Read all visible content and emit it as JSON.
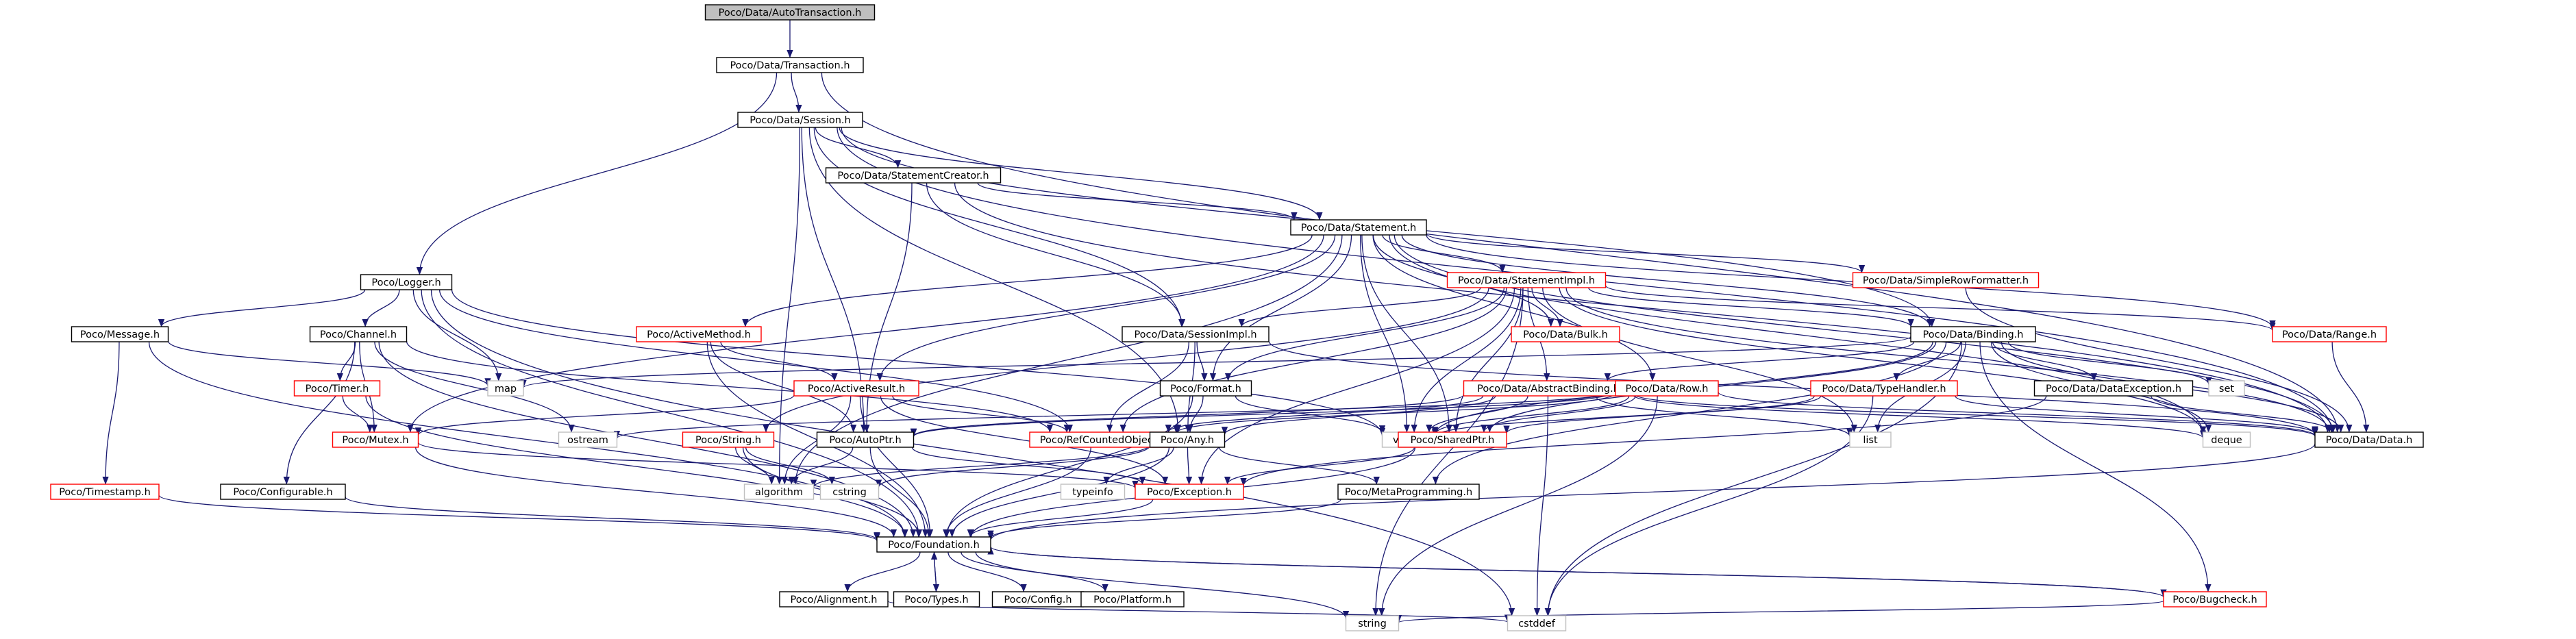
{
  "diagram": {
    "type": "include-dependency-graph",
    "colors": {
      "edge": "#191970",
      "node_border": "#000000",
      "node_border_missing_doc": "#ff0000",
      "node_border_external": "#bfbfbf",
      "root_fill": "#bfbfbf"
    },
    "nodes": [
      {
        "id": "autotransaction",
        "label": "Poco/Data/AutoTransaction.h",
        "style": "root"
      },
      {
        "id": "transaction",
        "label": "Poco/Data/Transaction.h",
        "style": "black"
      },
      {
        "id": "session",
        "label": "Poco/Data/Session.h",
        "style": "black"
      },
      {
        "id": "logger",
        "label": "Poco/Logger.h",
        "style": "black"
      },
      {
        "id": "stmtcreator",
        "label": "Poco/Data/StatementCreator.h",
        "style": "black"
      },
      {
        "id": "statement",
        "label": "Poco/Data/Statement.h",
        "style": "black"
      },
      {
        "id": "stmtimpl",
        "label": "Poco/Data/StatementImpl.h",
        "style": "red"
      },
      {
        "id": "simplerowfmt",
        "label": "Poco/Data/SimpleRowFormatter.h",
        "style": "red"
      },
      {
        "id": "message",
        "label": "Poco/Message.h",
        "style": "black"
      },
      {
        "id": "channel",
        "label": "Poco/Channel.h",
        "style": "black"
      },
      {
        "id": "activemethod",
        "label": "Poco/ActiveMethod.h",
        "style": "red"
      },
      {
        "id": "sessionimpl",
        "label": "Poco/Data/SessionImpl.h",
        "style": "black"
      },
      {
        "id": "bulk",
        "label": "Poco/Data/Bulk.h",
        "style": "red"
      },
      {
        "id": "binding",
        "label": "Poco/Data/Binding.h",
        "style": "black"
      },
      {
        "id": "range",
        "label": "Poco/Data/Range.h",
        "style": "red"
      },
      {
        "id": "map",
        "label": "map",
        "style": "gray"
      },
      {
        "id": "timer",
        "label": "Poco/Timer.h",
        "style": "red"
      },
      {
        "id": "activeresult",
        "label": "Poco/ActiveResult.h",
        "style": "red"
      },
      {
        "id": "format",
        "label": "Poco/Format.h",
        "style": "black"
      },
      {
        "id": "abstractbinding",
        "label": "Poco/Data/AbstractBinding.h",
        "style": "red"
      },
      {
        "id": "row",
        "label": "Poco/Data/Row.h",
        "style": "red"
      },
      {
        "id": "typehandler",
        "label": "Poco/Data/TypeHandler.h",
        "style": "red"
      },
      {
        "id": "dataexception",
        "label": "Poco/Data/DataException.h",
        "style": "black"
      },
      {
        "id": "set",
        "label": "set",
        "style": "gray"
      },
      {
        "id": "ostream",
        "label": "ostream",
        "style": "gray"
      },
      {
        "id": "vector",
        "label": "vector",
        "style": "gray"
      },
      {
        "id": "list",
        "label": "list",
        "style": "gray"
      },
      {
        "id": "deque",
        "label": "deque",
        "style": "gray"
      },
      {
        "id": "datadata",
        "label": "Poco/Data/Data.h",
        "style": "black"
      },
      {
        "id": "mutex",
        "label": "Poco/Mutex.h",
        "style": "red"
      },
      {
        "id": "string_h",
        "label": "Poco/String.h",
        "style": "red"
      },
      {
        "id": "autoptr",
        "label": "Poco/AutoPtr.h",
        "style": "black"
      },
      {
        "id": "refcounted",
        "label": "Poco/RefCountedObject.h",
        "style": "red"
      },
      {
        "id": "any",
        "label": "Poco/Any.h",
        "style": "black"
      },
      {
        "id": "sharedptr",
        "label": "Poco/SharedPtr.h",
        "style": "red"
      },
      {
        "id": "configurable",
        "label": "Poco/Configurable.h",
        "style": "black"
      },
      {
        "id": "timestamp",
        "label": "Poco/Timestamp.h",
        "style": "red"
      },
      {
        "id": "algorithm",
        "label": "algorithm",
        "style": "gray"
      },
      {
        "id": "cstring",
        "label": "cstring",
        "style": "gray"
      },
      {
        "id": "typeinfo",
        "label": "typeinfo",
        "style": "gray"
      },
      {
        "id": "exception",
        "label": "Poco/Exception.h",
        "style": "red"
      },
      {
        "id": "metaprog",
        "label": "Poco/MetaProgramming.h",
        "style": "black"
      },
      {
        "id": "foundation",
        "label": "Poco/Foundation.h",
        "style": "black"
      },
      {
        "id": "alignment",
        "label": "Poco/Alignment.h",
        "style": "black"
      },
      {
        "id": "types",
        "label": "Poco/Types.h",
        "style": "black"
      },
      {
        "id": "config",
        "label": "Poco/Config.h",
        "style": "black"
      },
      {
        "id": "platform",
        "label": "Poco/Platform.h",
        "style": "black"
      },
      {
        "id": "bugcheck",
        "label": "Poco/Bugcheck.h",
        "style": "red"
      },
      {
        "id": "cstddef",
        "label": "cstddef",
        "style": "gray"
      },
      {
        "id": "string",
        "label": "string",
        "style": "gray"
      }
    ],
    "edges": [
      [
        "autotransaction",
        "transaction"
      ],
      [
        "transaction",
        "session"
      ],
      [
        "transaction",
        "logger"
      ],
      [
        "transaction",
        "datadata"
      ],
      [
        "session",
        "stmtcreator"
      ],
      [
        "session",
        "statement"
      ],
      [
        "session",
        "sessionimpl"
      ],
      [
        "session",
        "binding"
      ],
      [
        "session",
        "autoptr"
      ],
      [
        "session",
        "any"
      ],
      [
        "session",
        "algorithm"
      ],
      [
        "session",
        "datadata"
      ],
      [
        "stmtcreator",
        "statement"
      ],
      [
        "stmtcreator",
        "sessionimpl"
      ],
      [
        "stmtcreator",
        "autoptr"
      ],
      [
        "stmtcreator",
        "datadata"
      ],
      [
        "statement",
        "stmtimpl"
      ],
      [
        "statement",
        "simplerowfmt"
      ],
      [
        "statement",
        "bulk"
      ],
      [
        "statement",
        "binding"
      ],
      [
        "statement",
        "range"
      ],
      [
        "statement",
        "row"
      ],
      [
        "statement",
        "activemethod"
      ],
      [
        "statement",
        "activeresult"
      ],
      [
        "statement",
        "format"
      ],
      [
        "statement",
        "sharedptr"
      ],
      [
        "statement",
        "mutex"
      ],
      [
        "statement",
        "vector"
      ],
      [
        "statement",
        "algorithm"
      ],
      [
        "statement",
        "datadata"
      ],
      [
        "statement",
        "deque"
      ],
      [
        "stmtimpl",
        "abstractbinding"
      ],
      [
        "stmtimpl",
        "binding"
      ],
      [
        "stmtimpl",
        "bulk"
      ],
      [
        "stmtimpl",
        "range"
      ],
      [
        "stmtimpl",
        "sessionimpl"
      ],
      [
        "stmtimpl",
        "format"
      ],
      [
        "stmtimpl",
        "string_h"
      ],
      [
        "stmtimpl",
        "refcounted"
      ],
      [
        "stmtimpl",
        "exception"
      ],
      [
        "stmtimpl",
        "sharedptr"
      ],
      [
        "stmtimpl",
        "vector"
      ],
      [
        "stmtimpl",
        "list"
      ],
      [
        "stmtimpl",
        "deque"
      ],
      [
        "stmtimpl",
        "string"
      ],
      [
        "stmtimpl",
        "datadata"
      ],
      [
        "simplerowfmt",
        "datadata"
      ],
      [
        "logger",
        "message"
      ],
      [
        "logger",
        "channel"
      ],
      [
        "logger",
        "map"
      ],
      [
        "logger",
        "refcounted"
      ],
      [
        "logger",
        "vector"
      ],
      [
        "logger",
        "foundation"
      ],
      [
        "logger",
        "cstddef"
      ],
      [
        "message",
        "timestamp"
      ],
      [
        "message",
        "map"
      ],
      [
        "message",
        "foundation"
      ],
      [
        "channel",
        "configurable"
      ],
      [
        "channel",
        "mutex"
      ],
      [
        "channel",
        "refcounted"
      ],
      [
        "channel",
        "timer"
      ],
      [
        "channel",
        "ostream"
      ],
      [
        "channel",
        "foundation"
      ],
      [
        "timer",
        "mutex"
      ],
      [
        "timer",
        "foundation"
      ],
      [
        "timestamp",
        "foundation"
      ],
      [
        "configurable",
        "foundation"
      ],
      [
        "activemethod",
        "activeresult"
      ],
      [
        "activemethod",
        "autoptr"
      ],
      [
        "activemethod",
        "foundation"
      ],
      [
        "activeresult",
        "mutex"
      ],
      [
        "activeresult",
        "refcounted"
      ],
      [
        "activeresult",
        "exception"
      ],
      [
        "activeresult",
        "algorithm"
      ],
      [
        "activeresult",
        "foundation"
      ],
      [
        "sessionimpl",
        "format"
      ],
      [
        "sessionimpl",
        "any"
      ],
      [
        "sessionimpl",
        "refcounted"
      ],
      [
        "sessionimpl",
        "datadata"
      ],
      [
        "format",
        "any"
      ],
      [
        "format",
        "vector"
      ],
      [
        "format",
        "foundation"
      ],
      [
        "binding",
        "abstractbinding"
      ],
      [
        "binding",
        "typehandler"
      ],
      [
        "binding",
        "dataexception"
      ],
      [
        "binding",
        "metaprog"
      ],
      [
        "binding",
        "bugcheck"
      ],
      [
        "binding",
        "map"
      ],
      [
        "binding",
        "set"
      ],
      [
        "binding",
        "vector"
      ],
      [
        "binding",
        "list"
      ],
      [
        "binding",
        "deque"
      ],
      [
        "binding",
        "cstddef"
      ],
      [
        "binding",
        "datadata"
      ],
      [
        "binding",
        "sharedptr"
      ],
      [
        "range",
        "datadata"
      ],
      [
        "row",
        "refcounted"
      ],
      [
        "row",
        "sharedptr"
      ],
      [
        "row",
        "vector"
      ],
      [
        "row",
        "string"
      ],
      [
        "row",
        "ostream"
      ],
      [
        "row",
        "autoptr"
      ],
      [
        "row",
        "datadata"
      ],
      [
        "abstractbinding",
        "autoptr"
      ],
      [
        "abstractbinding",
        "refcounted"
      ],
      [
        "abstractbinding",
        "any"
      ],
      [
        "abstractbinding",
        "vector"
      ],
      [
        "abstractbinding",
        "list"
      ],
      [
        "abstractbinding",
        "deque"
      ],
      [
        "abstractbinding",
        "cstddef"
      ],
      [
        "abstractbinding",
        "datadata"
      ],
      [
        "typehandler",
        "sharedptr"
      ],
      [
        "typehandler",
        "vector"
      ],
      [
        "typehandler",
        "cstddef"
      ],
      [
        "typehandler",
        "datadata"
      ],
      [
        "dataexception",
        "exception"
      ],
      [
        "dataexception",
        "datadata"
      ],
      [
        "datadata",
        "foundation"
      ],
      [
        "mutex",
        "foundation"
      ],
      [
        "mutex",
        "exception"
      ],
      [
        "string_h",
        "foundation"
      ],
      [
        "string_h",
        "algorithm"
      ],
      [
        "string_h",
        "cstring"
      ],
      [
        "autoptr",
        "exception"
      ],
      [
        "autoptr",
        "algorithm"
      ],
      [
        "autoptr",
        "foundation"
      ],
      [
        "refcounted",
        "foundation"
      ],
      [
        "any",
        "algorithm"
      ],
      [
        "any",
        "typeinfo"
      ],
      [
        "any",
        "cstring"
      ],
      [
        "any",
        "exception"
      ],
      [
        "any",
        "metaprog"
      ],
      [
        "any",
        "foundation"
      ],
      [
        "sharedptr",
        "exception"
      ],
      [
        "sharedptr",
        "foundation"
      ],
      [
        "exception",
        "foundation"
      ],
      [
        "metaprog",
        "foundation"
      ],
      [
        "foundation",
        "alignment"
      ],
      [
        "foundation",
        "types"
      ],
      [
        "foundation",
        "config"
      ],
      [
        "foundation",
        "platform"
      ],
      [
        "foundation",
        "bugcheck"
      ],
      [
        "foundation",
        "string"
      ],
      [
        "types",
        "foundation"
      ],
      [
        "alignment",
        "cstddef"
      ],
      [
        "bugcheck",
        "foundation"
      ],
      [
        "bugcheck",
        "string"
      ]
    ]
  }
}
